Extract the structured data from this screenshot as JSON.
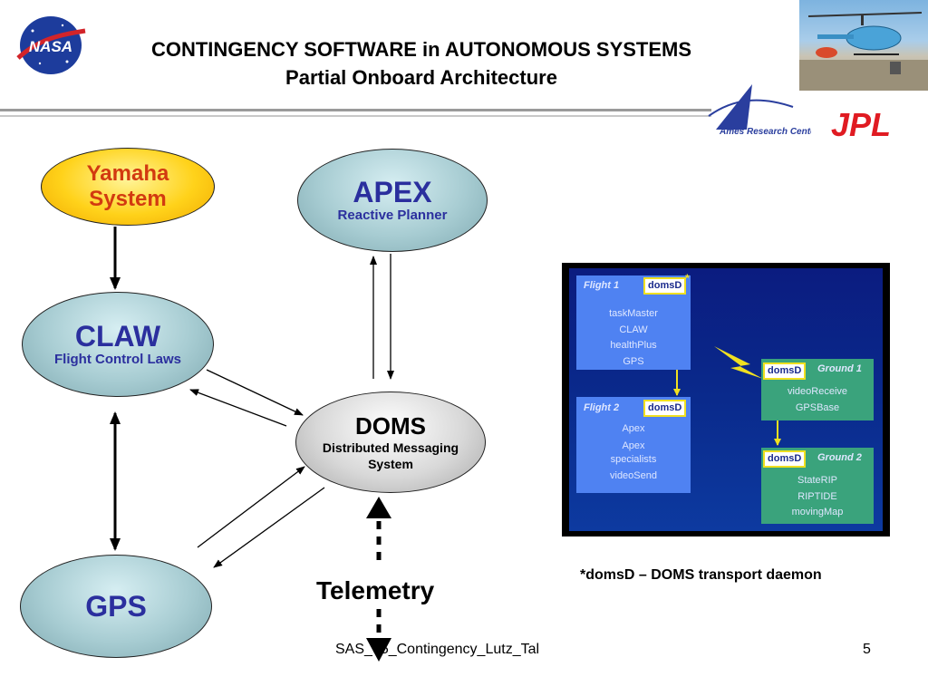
{
  "header": {
    "title_line1": "CONTINGENCY SOFTWARE in AUTONOMOUS SYSTEMS",
    "title_line2": "Partial Onboard Architecture",
    "logo_nasa": "NASA",
    "logo_ames": "Ames Research Cente",
    "logo_jpl": "JPL"
  },
  "nodes": {
    "yamaha": {
      "line1": "Yamaha",
      "line2": "System"
    },
    "apex": {
      "title": "APEX",
      "subtitle": "Reactive Planner"
    },
    "claw": {
      "title": "CLAW",
      "subtitle": "Flight Control Laws"
    },
    "doms": {
      "title": "DOMS",
      "subtitle1": "Distributed Messaging",
      "subtitle2": "System"
    },
    "gps": {
      "title": "GPS"
    },
    "telemetry": "Telemetry"
  },
  "network": {
    "flight1": {
      "header": "Flight 1",
      "domsd": "domsD",
      "items": [
        "taskMaster",
        "CLAW",
        "healthPlus",
        "GPS"
      ]
    },
    "flight2": {
      "header": "Flight 2",
      "domsd": "domsD",
      "items": [
        "Apex",
        "Apex",
        "specialists",
        "videoSend"
      ]
    },
    "ground1": {
      "header": "Ground 1",
      "domsd": "domsD",
      "items": [
        "videoReceive",
        "GPSBase"
      ]
    },
    "ground2": {
      "header": "Ground 2",
      "domsd": "domsD",
      "items": [
        "StateRIP",
        "RIPTIDE",
        "movingMap"
      ]
    },
    "asterisk": "*"
  },
  "footnote": "*domsD – DOMS transport daemon",
  "footer": {
    "source": "SAS_05_Contingency_Lutz_Tal",
    "page": "5"
  },
  "colors": {
    "accent_text": "#2b2f9e",
    "yamaha_fill": "#ffd21a",
    "network_bg": "#0b1c80"
  }
}
